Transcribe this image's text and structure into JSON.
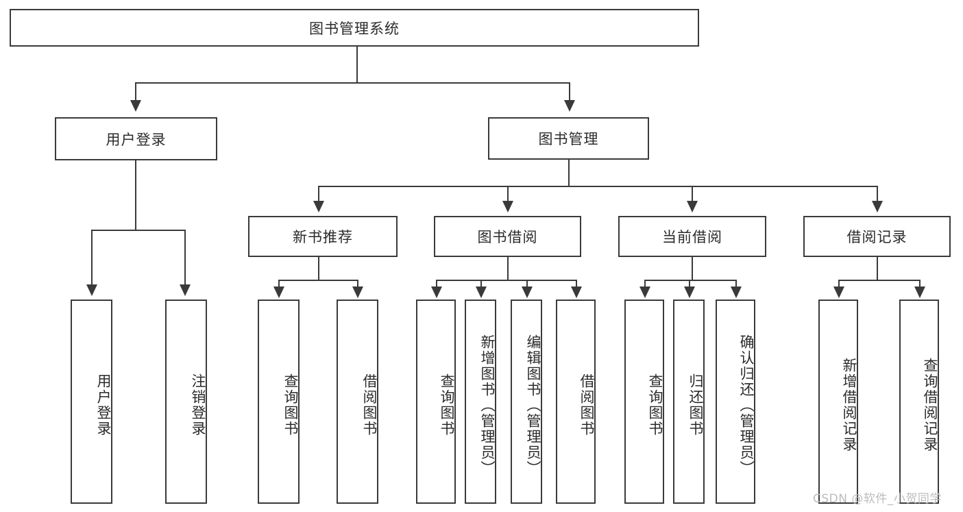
{
  "diagram": {
    "title": "图书管理系统",
    "root": {
      "label": "图书管理系统"
    },
    "level1": [
      {
        "label": "用户登录"
      },
      {
        "label": "图书管理"
      }
    ],
    "level2": [
      {
        "label": "新书推荐"
      },
      {
        "label": "图书借阅"
      },
      {
        "label": "当前借阅"
      },
      {
        "label": "借阅记录"
      }
    ],
    "leaves": {
      "user_login": [
        {
          "label": "用户登录"
        },
        {
          "label": "注销登录"
        }
      ],
      "new_book_recommend": [
        {
          "label": "查询图书"
        },
        {
          "label": "借阅图书"
        }
      ],
      "book_borrow": [
        {
          "label": "查询图书"
        },
        {
          "label": "新增图书（管理员）"
        },
        {
          "label": "编辑图书（管理员）"
        },
        {
          "label": "借阅图书"
        }
      ],
      "current_borrow": [
        {
          "label": "查询图书"
        },
        {
          "label": "归还图书"
        },
        {
          "label": "确认归还（管理员）"
        }
      ],
      "borrow_record": [
        {
          "label": "新增借阅记录"
        },
        {
          "label": "查询借阅记录"
        }
      ]
    }
  },
  "watermark": {
    "text": "CSDN @软件_小贺同学"
  },
  "colors": {
    "stroke": "#3a3a3a",
    "text": "#2b2b2b",
    "background": "#ffffff",
    "watermark": "#bcbcbc"
  }
}
